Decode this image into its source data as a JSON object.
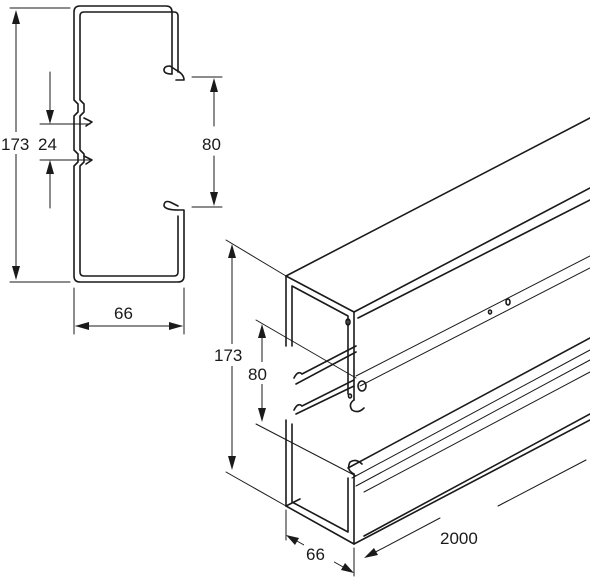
{
  "section_view": {
    "total_height_label": "173",
    "rib_spacing_label": "24",
    "opening_label": "80",
    "width_label": "66"
  },
  "isometric_view": {
    "total_height_label": "173",
    "opening_label": "80",
    "width_label": "66",
    "length_label": "2000"
  }
}
